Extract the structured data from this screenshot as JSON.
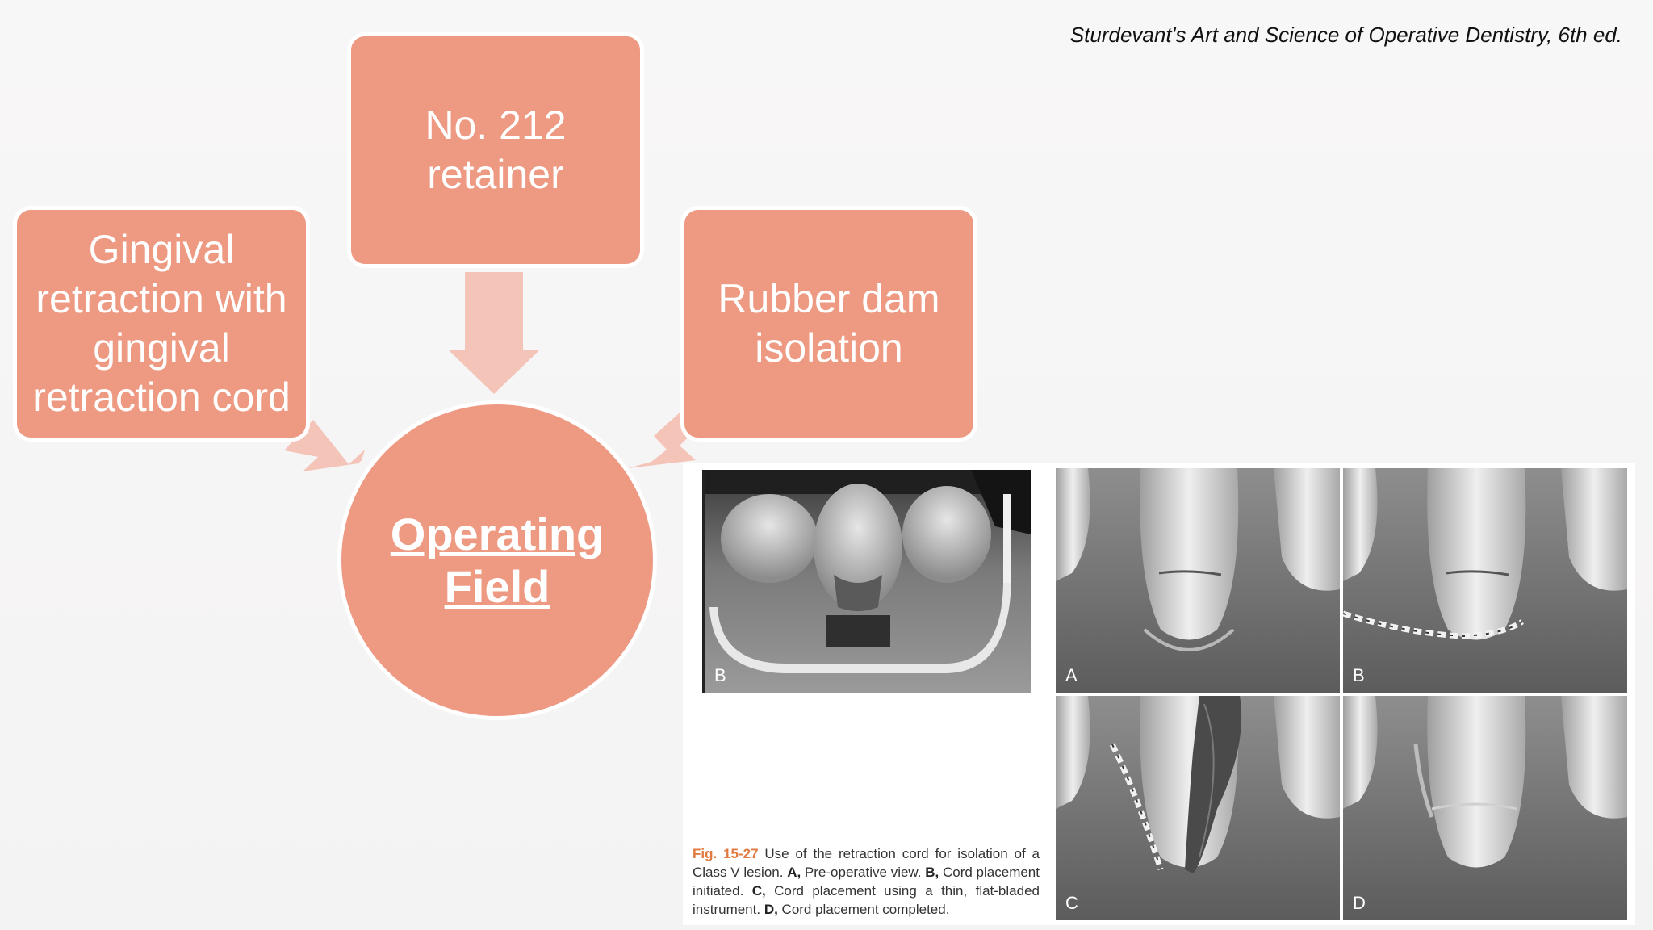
{
  "citation": "Sturdevant's Art and Science of Operative Dentistry, 6th ed.",
  "diagram": {
    "top_box": {
      "line1": "No. 212",
      "line2": "retainer"
    },
    "left_box": {
      "line1": "Gingival",
      "line2": "retraction with",
      "line3": "gingival",
      "line4": "retraction cord"
    },
    "right_box": {
      "line1": "Rubber dam",
      "line2": "isolation"
    },
    "center": {
      "line1": "Operating",
      "line2": "Field"
    }
  },
  "figure": {
    "labels": {
      "dam": "B",
      "a": "A",
      "b": "B",
      "c": "C",
      "d": "D"
    },
    "caption": {
      "fig_num": "Fig. 15-27",
      "text1": " Use of the retraction cord for isolation of a Class V lesion. ",
      "a_key": "A,",
      "a_text": " Pre-operative view. ",
      "b_key": "B,",
      "b_text": " Cord placement initiated. ",
      "c_key": "C,",
      "c_text": " Cord placement using a thin, flat-bladed instrument. ",
      "d_key": "D,",
      "d_text": " Cord placement completed."
    }
  },
  "colors": {
    "box_fill": "#ee9a83",
    "arrow_fill": "#f4c4b8",
    "box_border": "#ffffff"
  }
}
